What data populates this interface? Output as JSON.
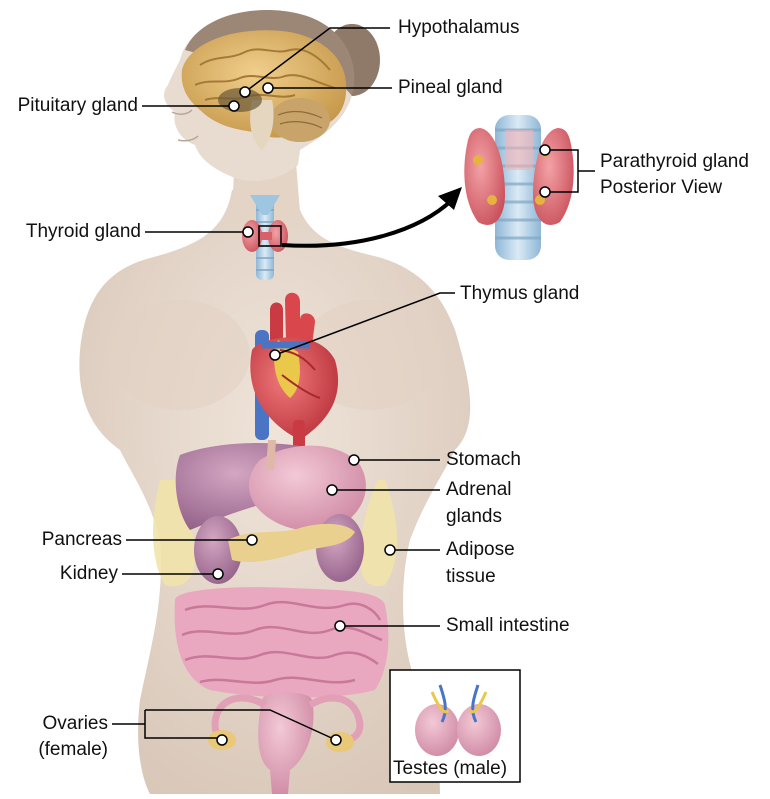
{
  "labels": {
    "hypothalamus": "Hypothalamus",
    "pineal": "Pineal gland",
    "pituitary": "Pituitary gland",
    "parathyroid_1": "Parathyroid gland",
    "parathyroid_2": "Posterior View",
    "thyroid": "Thyroid gland",
    "thymus": "Thymus gland",
    "stomach": "Stomach",
    "adrenal_1": "Adrenal",
    "adrenal_2": "glands",
    "pancreas": "Pancreas",
    "adipose_1": "Adipose",
    "adipose_2": "tissue",
    "kidney": "Kidney",
    "small_intestine": "Small intestine",
    "ovaries_1": "Ovaries",
    "ovaries_2": "(female)",
    "testes": "Testes (male)"
  },
  "colors": {
    "skin": "#e6d8cc",
    "skin_shadow": "#d6c3b4",
    "hair": "#8a7565",
    "brain": "#d9b066",
    "heart": "#d9464c",
    "vein": "#4a74c4",
    "organ_pink": "#e3a3b8",
    "organ_purple": "#b57fa4",
    "fat": "#f0e2a8",
    "intestine": "#e8a6bf",
    "trachea": "#a8c8e0",
    "line": "#000000"
  }
}
